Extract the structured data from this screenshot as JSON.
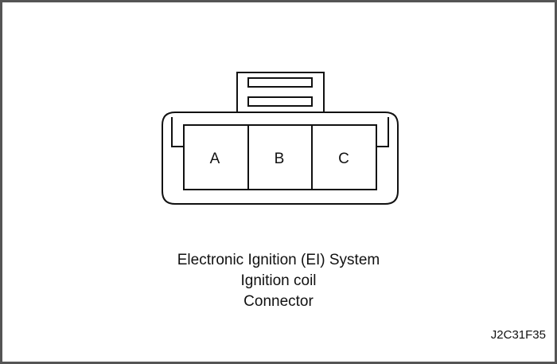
{
  "connector": {
    "pins": [
      "A",
      "B",
      "C"
    ]
  },
  "caption": {
    "line1": "Electronic Ignition (EI) System",
    "line2": "Ignition coil",
    "line3": "Connector"
  },
  "figure_code": "J2C31F35"
}
